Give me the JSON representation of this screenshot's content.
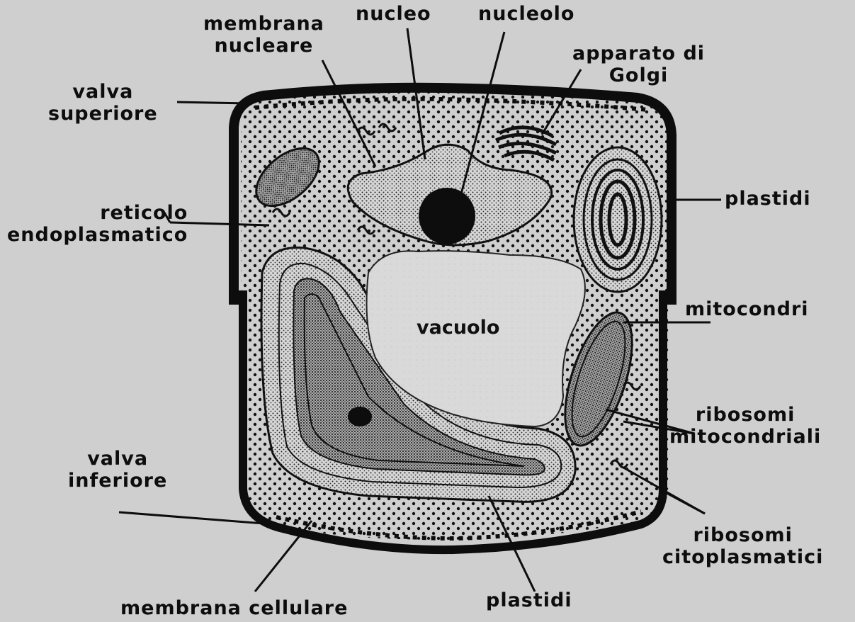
{
  "labels": {
    "membrana_nucleare": [
      "membrana",
      "nucleare"
    ],
    "nucleo": "nucleo",
    "nucleolo": "nucleolo",
    "apparato_golgi": [
      "apparato di",
      "Golgi"
    ],
    "valva_superiore": [
      "valva",
      "superiore"
    ],
    "reticolo": [
      "reticolo",
      "endoplasmatico"
    ],
    "plastidi_right": "plastidi",
    "mitocondri": "mitocondri",
    "vacuolo": "vacuolo",
    "ribosomi_mito": [
      "ribosomi",
      "mitocondriali"
    ],
    "valva_inferiore": [
      "valva",
      "inferiore"
    ],
    "ribosomi_cito": [
      "ribosomi",
      "citoplasmatici"
    ],
    "membrana_cellulare": "membrana cellulare",
    "plastidi_bottom": "plastidi"
  },
  "colors": {
    "background": "#cfcfcf",
    "ink": "#0d0d0d",
    "vacuole": "#d9d9d9"
  }
}
